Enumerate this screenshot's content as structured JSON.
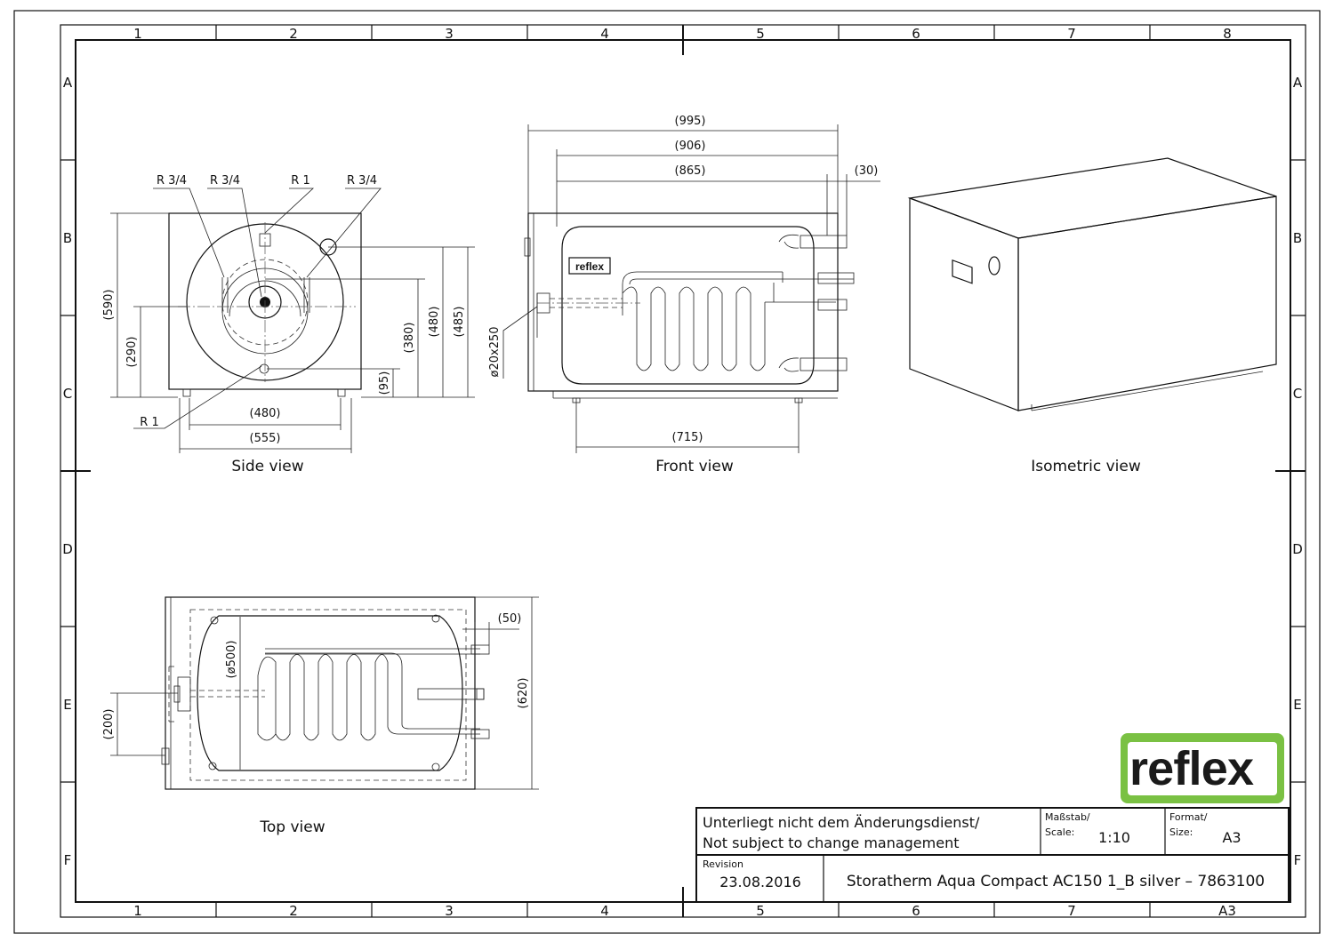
{
  "grid": {
    "columns": [
      "1",
      "2",
      "3",
      "4",
      "5",
      "6",
      "7",
      "8"
    ],
    "bottom_columns": [
      "1",
      "2",
      "3",
      "4",
      "5",
      "6",
      "7",
      "A3"
    ],
    "rows": [
      "A",
      "B",
      "C",
      "D",
      "E",
      "F"
    ]
  },
  "views": {
    "side": {
      "title": "Side view",
      "connections": [
        "R 3/4",
        "R 3/4",
        "R 1",
        "R 3/4"
      ],
      "bottom_connection": "R 1",
      "dims": [
        "(590)",
        "(290)",
        "(380)",
        "(480)",
        "(485)",
        "(95)",
        "(480)",
        "(555)"
      ]
    },
    "front": {
      "title": "Front view",
      "dims": [
        "(995)",
        "(906)",
        "(865)",
        "(30)",
        "(715)"
      ],
      "anode": "ø20x250",
      "badge": "reflex"
    },
    "isometric": {
      "title": "Isometric view"
    },
    "top": {
      "title": "Top view",
      "dims": [
        "(50)",
        "(ø500)",
        "(620)",
        "(200)"
      ]
    }
  },
  "title_block": {
    "notice_line1": "Unterliegt nicht dem Änderungsdienst/",
    "notice_line2": "Not subject to change management",
    "scale_label1": "Maßstab/",
    "scale_label2": "Scale:",
    "scale_value": "1:10",
    "format_label1": "Format/",
    "format_label2": "Size:",
    "format_value": "A3",
    "revision_label": "Revision",
    "revision_date": "23.08.2016",
    "drawing_title": "Storatherm Aqua Compact AC150 1_B silver – 7863100"
  },
  "logo": {
    "text": "reflex",
    "color": "#7ac143"
  }
}
